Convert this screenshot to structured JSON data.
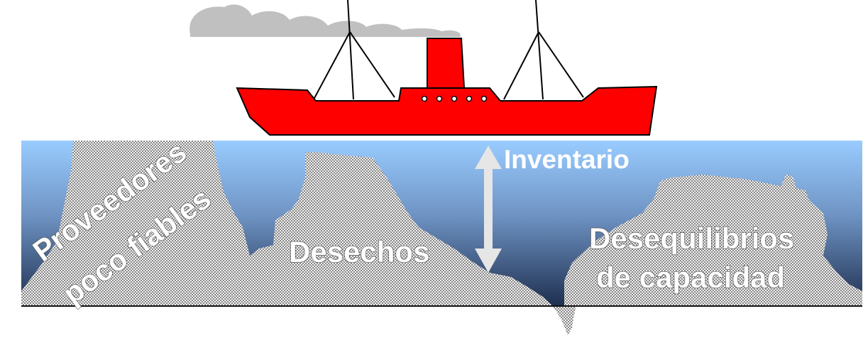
{
  "labels": {
    "inventario": "Inventario",
    "proveedores_line1": "Proveedores",
    "proveedores_line2": "poco fiables",
    "desechos": "Desechos",
    "desequilibrios_line1": "Desequilibrios",
    "desequilibrios_line2": "de capacidad"
  },
  "colors": {
    "ship_hull": "#ff0000",
    "ship_outline": "#000000",
    "smoke": "#c0c0c0",
    "water_top": "#99ccff",
    "water_bottom": "#1f3050",
    "rock_dots": "#666666",
    "arrow": "#e6e6e6"
  }
}
